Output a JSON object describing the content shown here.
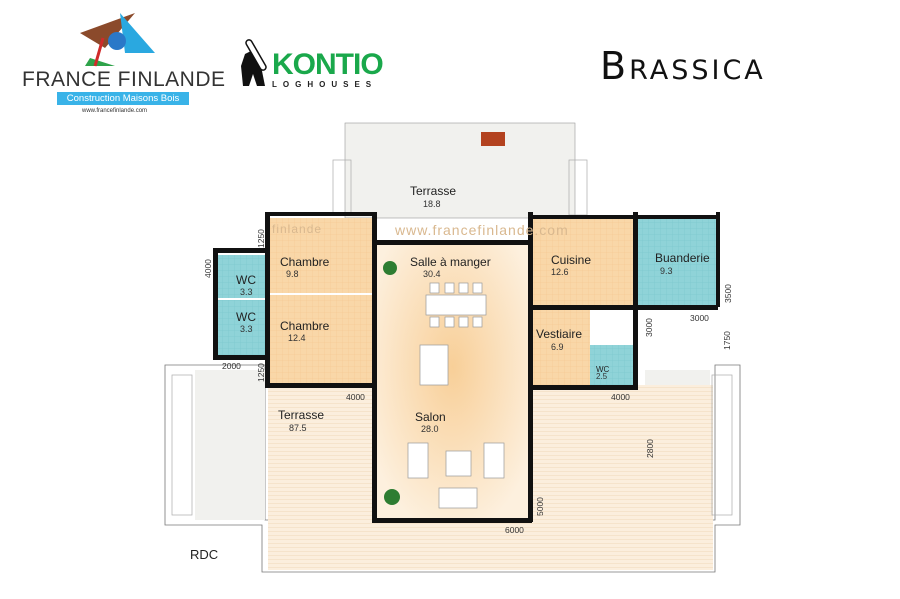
{
  "header": {
    "title": "Brassica",
    "logo_france_finlande": "FRANCE FINLANDE",
    "logo_france_finlande_tagline": "Construction Maisons Bois",
    "logo_france_finlande_url": "www.francefinlande.com",
    "logo_kontio": "KONTIO",
    "logo_kontio_sub": "LOGHOUSES"
  },
  "level": "RDC",
  "watermark": "www.francefinlande.com",
  "watermark_small": "finlande",
  "rooms": [
    {
      "name": "Terrasse",
      "area": "18.8"
    },
    {
      "name": "Chambre",
      "area": "9.8"
    },
    {
      "name": "WC",
      "area": "3.3"
    },
    {
      "name": "WC",
      "area": "3.3"
    },
    {
      "name": "Chambre",
      "area": "12.4"
    },
    {
      "name": "Salle à manger",
      "area": "30.4"
    },
    {
      "name": "Cuisine",
      "area": "12.6"
    },
    {
      "name": "Buanderie",
      "area": "9.3"
    },
    {
      "name": "Vestiaire",
      "area": "6.9"
    },
    {
      "name": "WC",
      "area": "2.5"
    },
    {
      "name": "Terrasse",
      "area": "87.5"
    },
    {
      "name": "Salon",
      "area": "28.0"
    }
  ],
  "dimensions": [
    "1250",
    "4000",
    "1250",
    "2000",
    "4000",
    "4000",
    "3000",
    "3000",
    "3500",
    "1750",
    "2800",
    "5000",
    "6000"
  ],
  "colors": {
    "wall": "#111111",
    "living": "#f9d9ad",
    "wet": "#8fd3d8",
    "deck": "#fbeedd",
    "stone": "#f1f1ee",
    "kontio_green": "#1aa84b",
    "ff_blue": "#39b3e8"
  }
}
